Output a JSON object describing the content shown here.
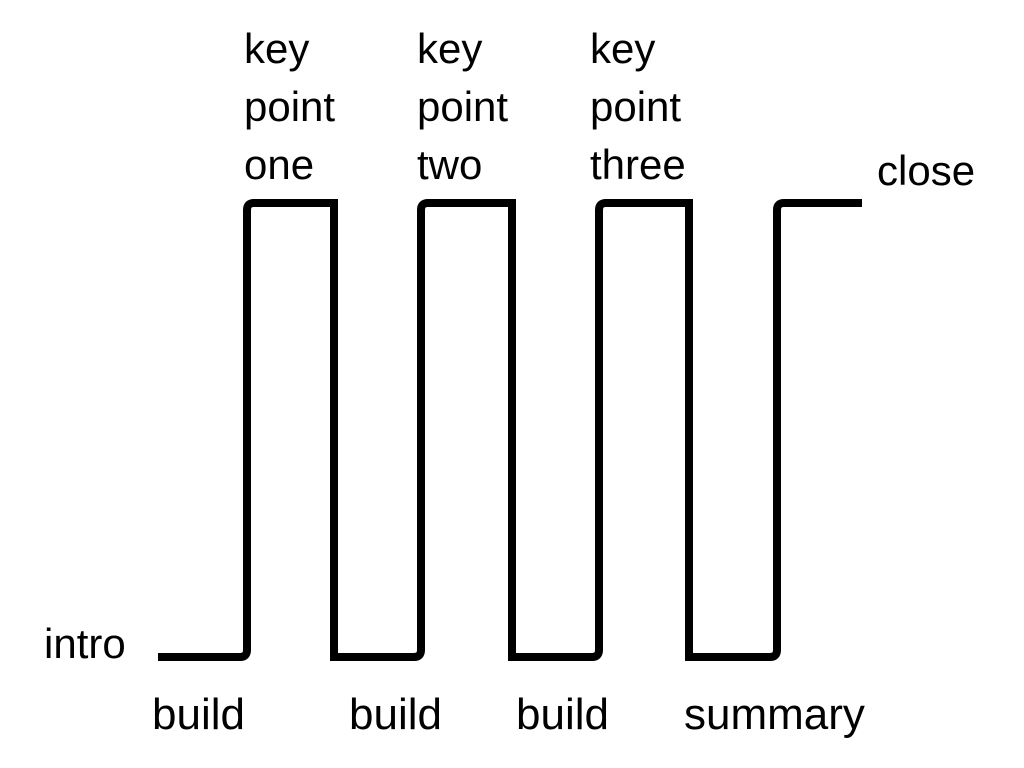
{
  "diagram": {
    "stroke_color": "#000000",
    "start_label": "intro",
    "end_label": "close",
    "peaks": [
      {
        "lines": [
          "key",
          "point",
          "one"
        ]
      },
      {
        "lines": [
          "key",
          "point",
          "two"
        ]
      },
      {
        "lines": [
          "key",
          "point",
          "three"
        ]
      }
    ],
    "troughs": [
      {
        "label": "build"
      },
      {
        "label": "build"
      },
      {
        "label": "build"
      },
      {
        "label": "summary"
      }
    ]
  }
}
